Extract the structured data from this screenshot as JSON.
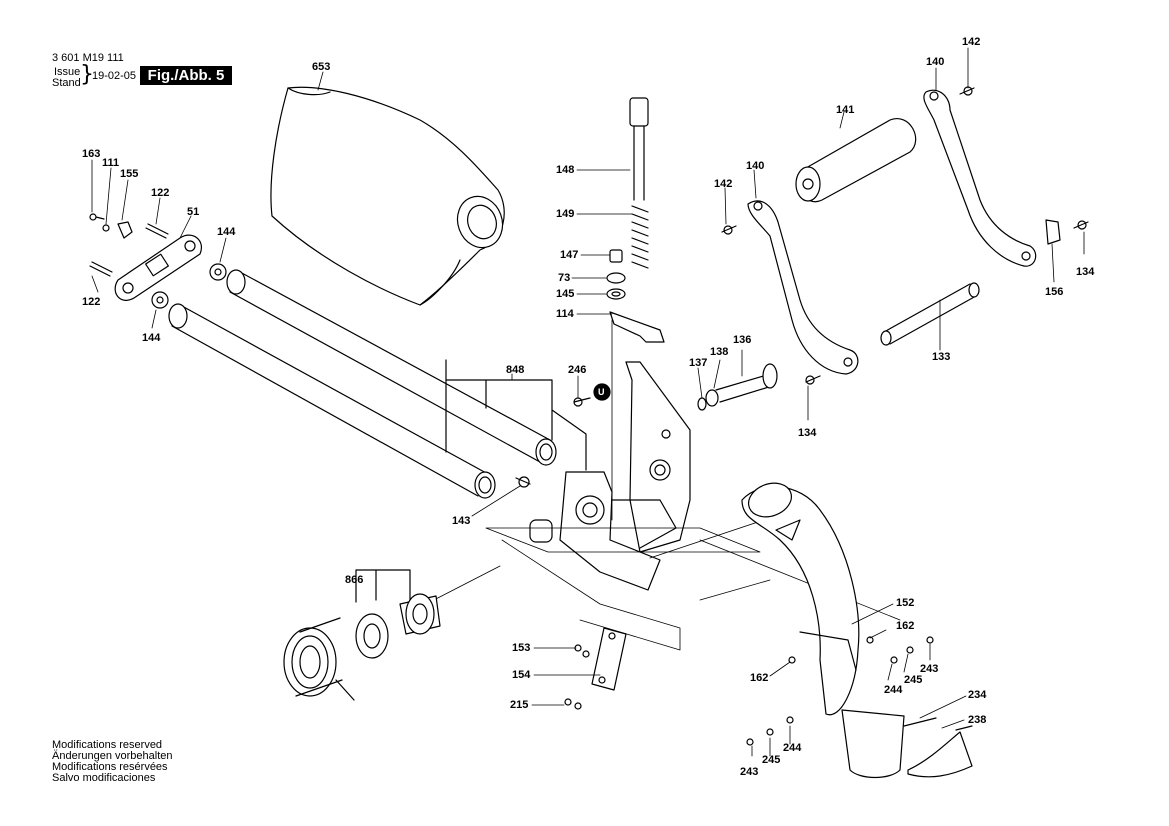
{
  "header": {
    "doc_number": "3 601 M19 111",
    "issue_label": "Issue",
    "stand_label": "Stand",
    "date": "19-02-05",
    "figure": "Fig./Abb. 5"
  },
  "footer": [
    "Modifications reserved",
    "Änderungen vorbehalten",
    "Modifications resérvées",
    "Salvo modificaciones"
  ],
  "parts": {
    "p653": "653",
    "p163": "163",
    "p111": "111",
    "p155": "155",
    "p122a": "122",
    "p51": "51",
    "p144a": "144",
    "p122b": "122",
    "p144b": "144",
    "p148": "148",
    "p149": "149",
    "p147": "147",
    "p73": "73",
    "p145": "145",
    "p114": "114",
    "p848": "848",
    "p246": "246",
    "p137": "137",
    "p138": "138",
    "p136": "136",
    "p142a": "142",
    "p140a": "140",
    "p141": "141",
    "p140b": "140",
    "p142b": "142",
    "p134a": "134",
    "p156": "156",
    "p133": "133",
    "p134b": "134",
    "p143": "143",
    "p866": "866",
    "p152": "152",
    "p162a": "162",
    "p243a": "243",
    "p153": "153",
    "p154": "154",
    "p244a": "244",
    "p245a": "245",
    "p162b": "162",
    "p215": "215",
    "p234": "234",
    "p238": "238",
    "p244b": "244",
    "p245b": "245",
    "p243b": "243"
  },
  "marker": "U"
}
